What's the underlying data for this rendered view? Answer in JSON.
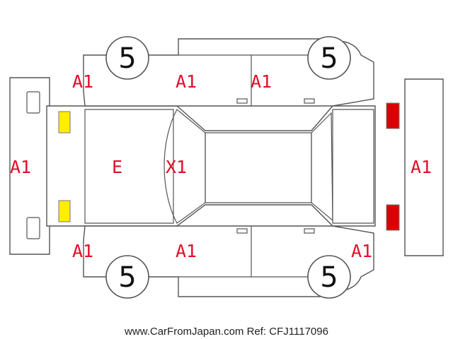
{
  "colors": {
    "damage_code": "#e0102a",
    "outline": "#555555",
    "front_lamp_yellow": "#ffee00",
    "rear_lamp_red": "#dd0000"
  },
  "wheels": {
    "front_left": "5",
    "rear_left": "5",
    "front_right": "5",
    "rear_right": "5"
  },
  "codes": {
    "front_bumper": "A1",
    "rear_bumper": "A1",
    "hood": "E",
    "windshield": "X1",
    "left_front_fender": "A1",
    "left_front_door": "A1",
    "left_rear_door": "A1",
    "right_front_fender": "A1",
    "right_front_door": "A1",
    "right_rear_quarter": "A1"
  },
  "footer": "www.CarFromJapan.com Ref: CFJ1117096"
}
